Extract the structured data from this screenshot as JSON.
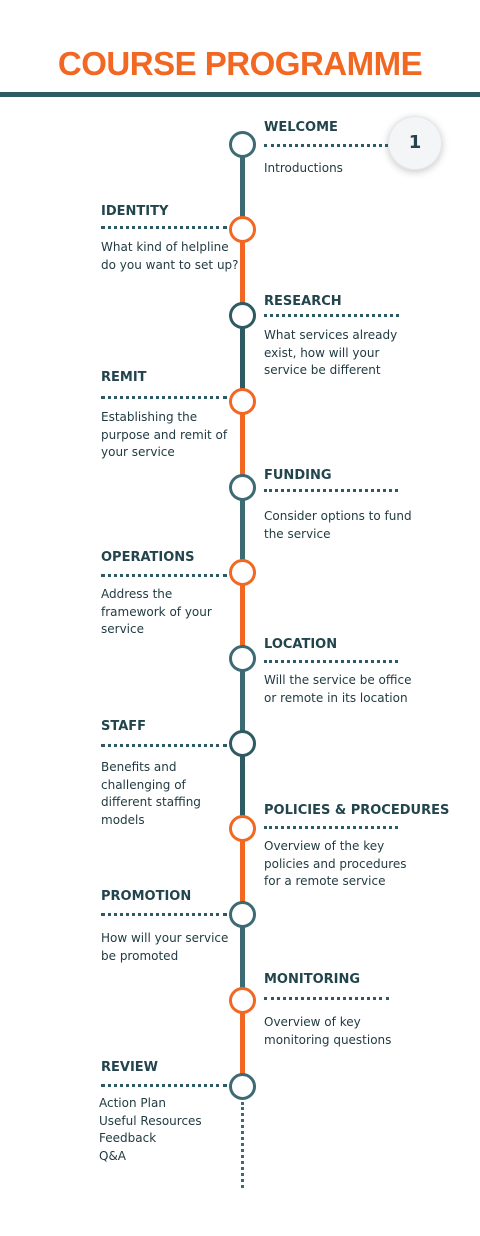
{
  "colors": {
    "teal": "#2e5a63",
    "teal_light": "#3d6b73",
    "orange": "#f26722",
    "text": "#1f3940",
    "badge_text": "#22444c"
  },
  "title": "COURSE PROGRAMME",
  "badge": "1",
  "steps": [
    {
      "heading": "WELCOME",
      "desc": "Introductions"
    },
    {
      "heading": "IDENTITY",
      "desc": "What kind of helpline do you want to set up?"
    },
    {
      "heading": "RESEARCH",
      "desc": "What services already exist, how will your service be different"
    },
    {
      "heading": "REMIT",
      "desc": "Establishing the purpose and remit of your service"
    },
    {
      "heading": "FUNDING",
      "desc": "Consider options to fund the service"
    },
    {
      "heading": "OPERATIONS",
      "desc": "Address the framework of your service"
    },
    {
      "heading": "LOCATION",
      "desc": "Will the service be office or remote in its location"
    },
    {
      "heading": "STAFF",
      "desc": "Benefits and challenging of different staffing models"
    },
    {
      "heading": "POLICIES & PROCEDURES",
      "desc": "Overview of the key policies and procedures for a remote service"
    },
    {
      "heading": "PROMOTION",
      "desc": "How will your service be promoted"
    },
    {
      "heading": "MONITORING",
      "desc": "Overview of key monitoring questions"
    },
    {
      "heading": "REVIEW",
      "desc": "Action Plan\nUseful Resources\nFeedback\nQ&A"
    }
  ]
}
